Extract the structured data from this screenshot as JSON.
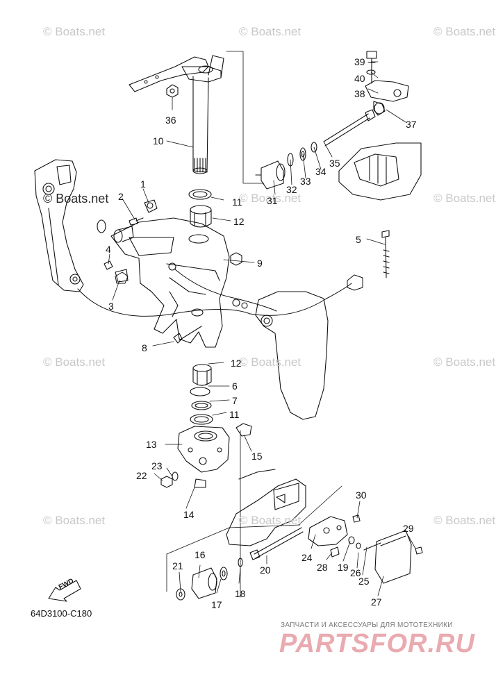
{
  "watermark": "© Boats.net",
  "diagram_code": "64D3100-C180",
  "fwd_arrow_label": "FWD",
  "shop": {
    "tagline": "ЗАПЧАСТИ И АКСЕССУАРЫ ДЛЯ МОТОТЕХНИКИ",
    "logo": "PARTSFOR.RU"
  },
  "callouts": {
    "c1": "1",
    "c2": "2",
    "c3": "3",
    "c4": "4",
    "c5": "5",
    "c6": "6",
    "c7": "7",
    "c8": "8",
    "c9": "9",
    "c10": "10",
    "c11a": "11",
    "c11b": "11",
    "c12a": "12",
    "c12b": "12",
    "c13": "13",
    "c14": "14",
    "c15": "15",
    "c16": "16",
    "c17": "17",
    "c18": "18",
    "c19": "19",
    "c20": "20",
    "c21": "21",
    "c22": "22",
    "c23": "23",
    "c24": "24",
    "c25": "25",
    "c26": "26",
    "c27": "27",
    "c28": "28",
    "c29": "29",
    "c30": "30",
    "c31": "31",
    "c32": "32",
    "c33": "33",
    "c34": "34",
    "c35": "35",
    "c36": "36",
    "c37": "37",
    "c38": "38",
    "c39": "39",
    "c40": "40"
  }
}
